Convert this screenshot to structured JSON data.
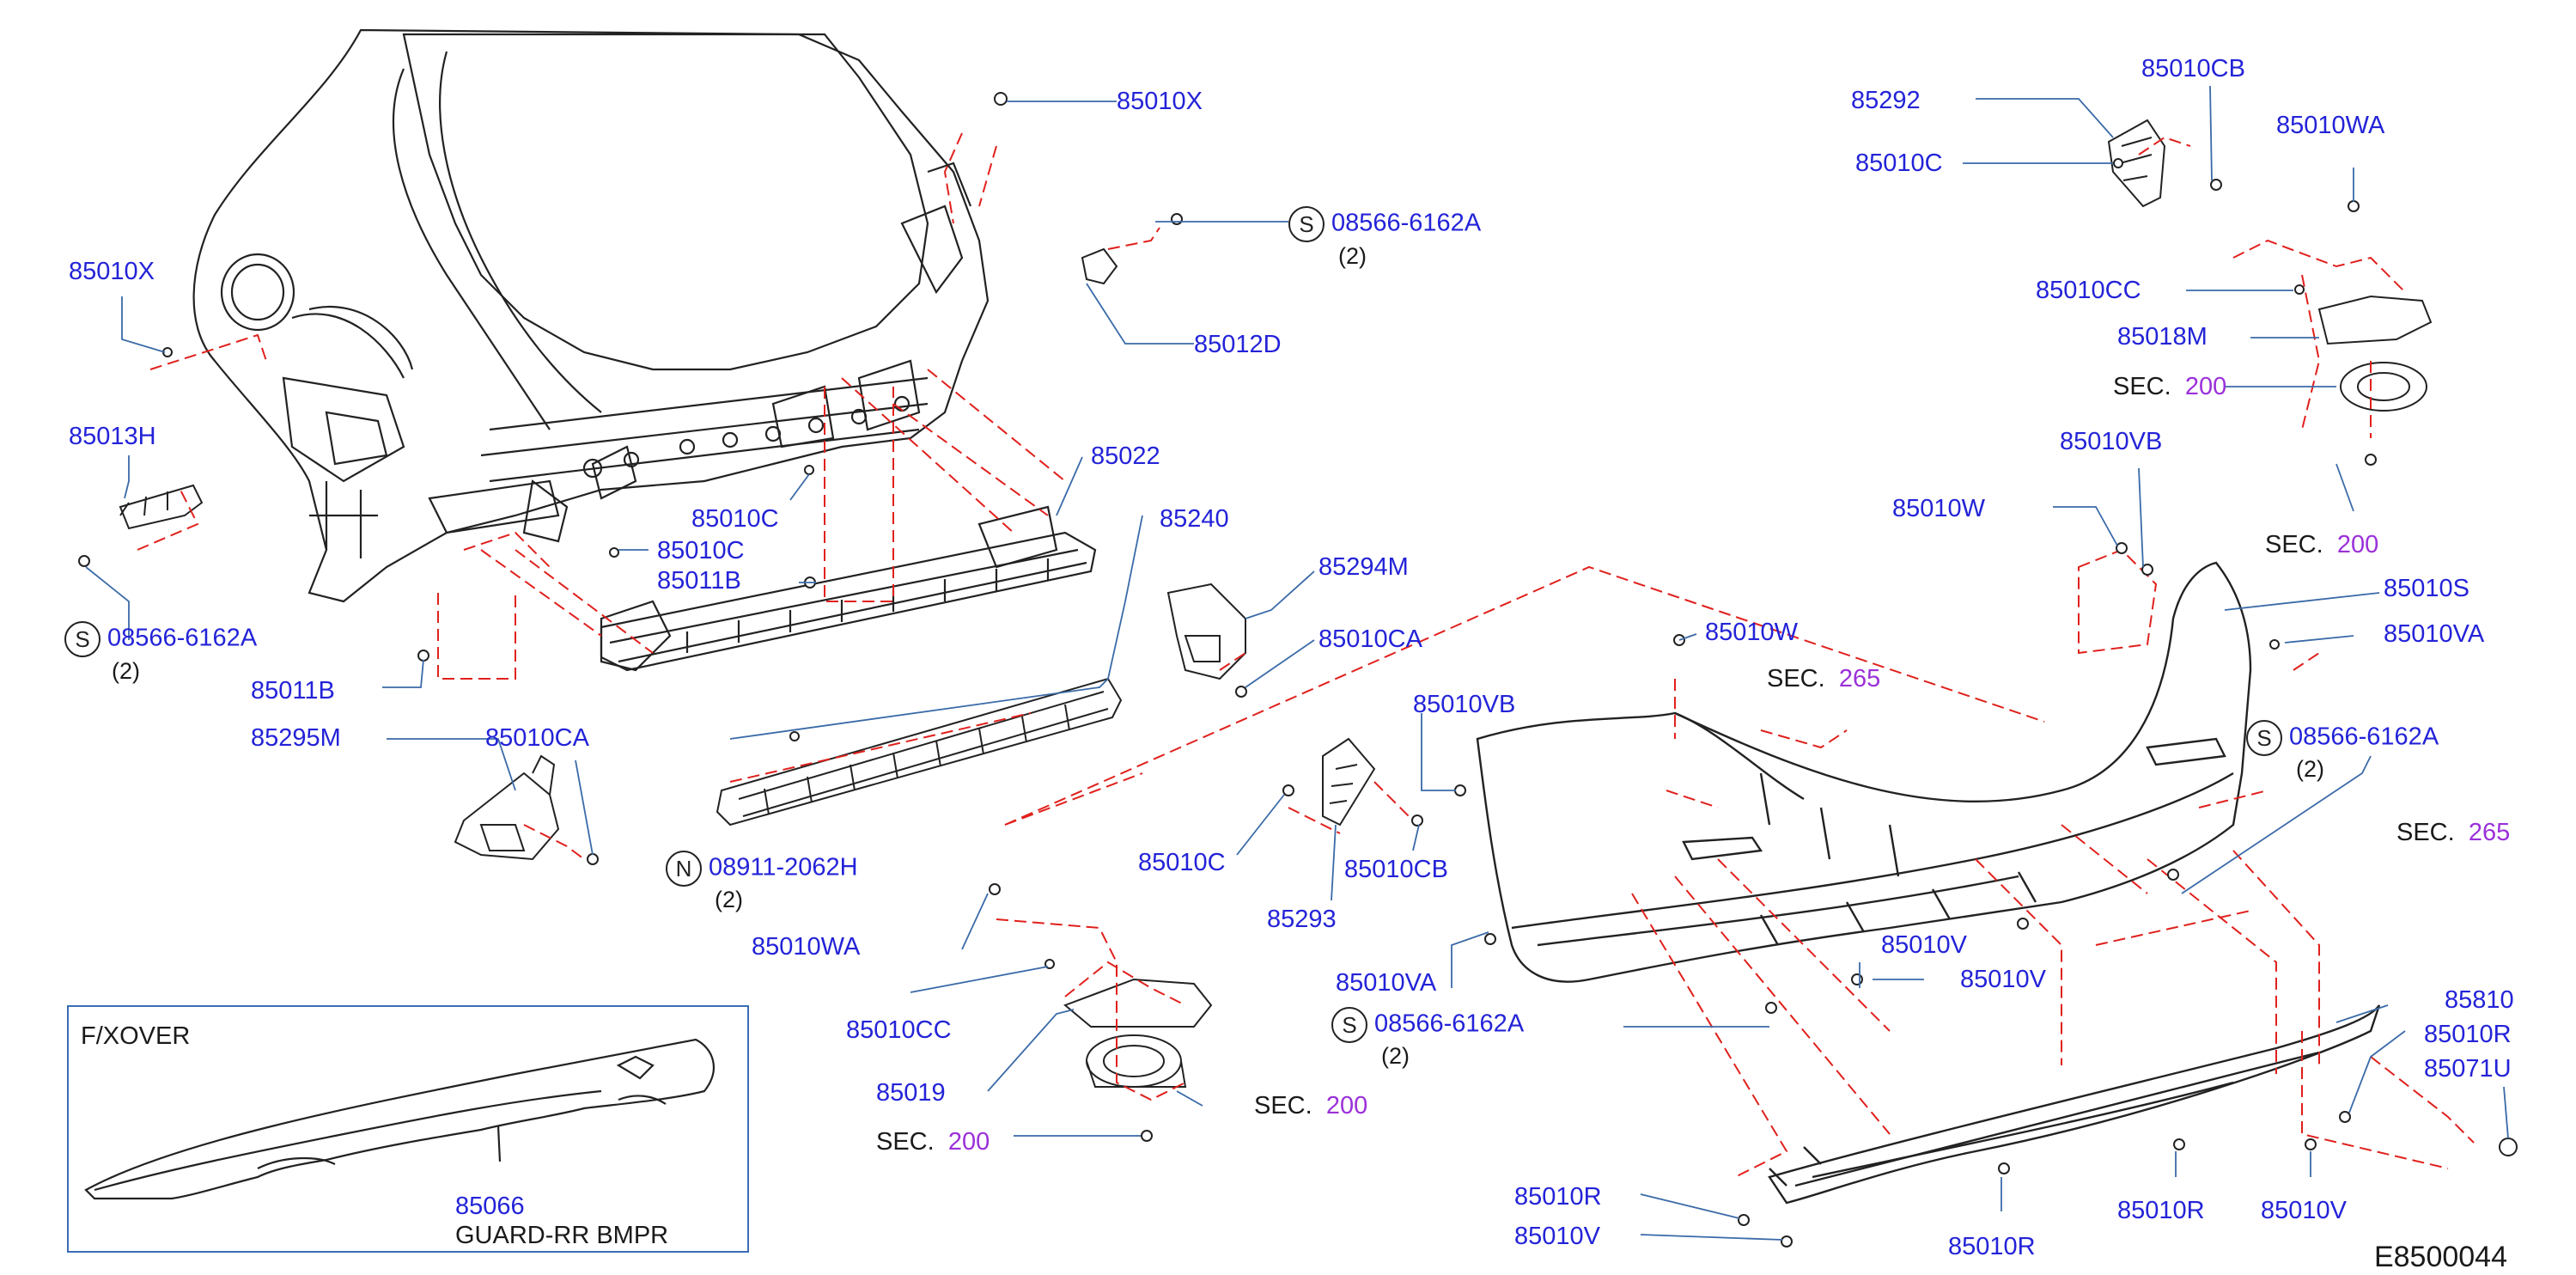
{
  "labels": {
    "p85010X_top": "85010X",
    "p85010X_left": "85010X",
    "p85013H": "85013H",
    "p85011B_a": "85011B",
    "p85011B_b": "85011B",
    "p85010C_a": "85010C",
    "p85010C_b": "85010C",
    "p85010C_c": "85010C",
    "p85010C_d": "85010C",
    "p85022": "85022",
    "p85240": "85240",
    "p85012D": "85012D",
    "p85295M": "85295M",
    "p85010CA_a": "85010CA",
    "p85010CA_b": "85010CA",
    "p85294M": "85294M",
    "p85292": "85292",
    "p85010CB_a": "85010CB",
    "p85010CB_b": "85010CB",
    "p85010WA_a": "85010WA",
    "p85010WA_b": "85010WA",
    "p85010CC_a": "85010CC",
    "p85010CC_b": "85010CC",
    "p85018M": "85018M",
    "p85010VB_a": "85010VB",
    "p85010VB_b": "85010VB",
    "p85010W_a": "85010W",
    "p85010W_b": "85010W",
    "p85010S": "85010S",
    "p85010VA_a": "85010VA",
    "p85010VA_b": "85010VA",
    "p85293": "85293",
    "p85019": "85019",
    "p85010V_a": "85010V",
    "p85010V_b": "85010V",
    "p85010V_c": "85010V",
    "p85010V_d": "85010V",
    "p85810": "85810",
    "p85010R_a": "85010R",
    "p85010R_b": "85010R",
    "p85010R_c": "85010R",
    "p85010R_d": "85010R",
    "p85071U": "85071U",
    "p85066": "85066"
  },
  "screws": {
    "s1_circle": "S",
    "s1_num": "08566-6162A",
    "s1_qty": "(2)",
    "s2_circle": "S",
    "s2_num": "08566-6162A",
    "s2_qty": "(2)",
    "s3_circle": "S",
    "s3_num": "08566-6162A",
    "s3_qty": "(2)",
    "s4_circle": "S",
    "s4_num": "08566-6162A",
    "s4_qty": "(2)",
    "n1_circle": "N",
    "n1_num": "08911-2062H",
    "n1_qty": "(2)"
  },
  "sections": {
    "sec_word": "SEC.",
    "sec200": "200",
    "sec265": "265"
  },
  "inset": {
    "title": "F/XOVER",
    "desc": "GUARD-RR   BMPR"
  },
  "diagram_code": "E8500044",
  "colors": {
    "part_number": "#2323d8",
    "section_number": "#9b30d9",
    "leader_line": "#3a6aa8",
    "phantom_line": "#e0201c",
    "outline": "#222222",
    "inset_border": "#3b6db3"
  }
}
